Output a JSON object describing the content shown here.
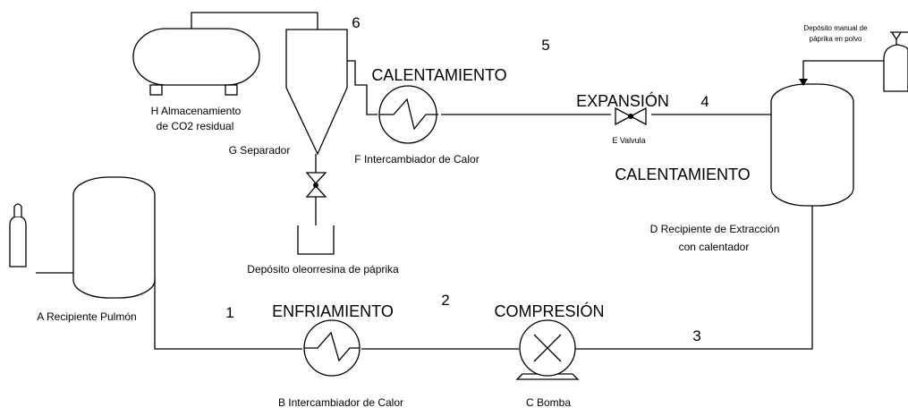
{
  "equipment": {
    "A": "A Recipiente Pulmón",
    "B": "B Intercambiador de Calor",
    "C": "C Bomba",
    "D_line1": "D Recipiente de Extracción",
    "D_line2": "con calentador",
    "E": "E Valvula",
    "F": "F Intercambiador de Calor",
    "G": "G Separador",
    "H_line1": "H Almacenamiento",
    "H_line2": "de CO2 residual",
    "oleo": "Depósito oleorresina de páprika",
    "manual_line1": "Depósito manual de",
    "manual_line2": "páprika en polvo"
  },
  "process": {
    "enfriamiento": "ENFRIAMIENTO",
    "compresion": "COMPRESIÓN",
    "calentamiento_top": "CALENTAMIENTO",
    "expansion": "EXPANSIÓN",
    "calentamiento_right": "CALENTAMIENTO"
  },
  "streams": [
    "1",
    "2",
    "3",
    "4",
    "5",
    "6"
  ]
}
